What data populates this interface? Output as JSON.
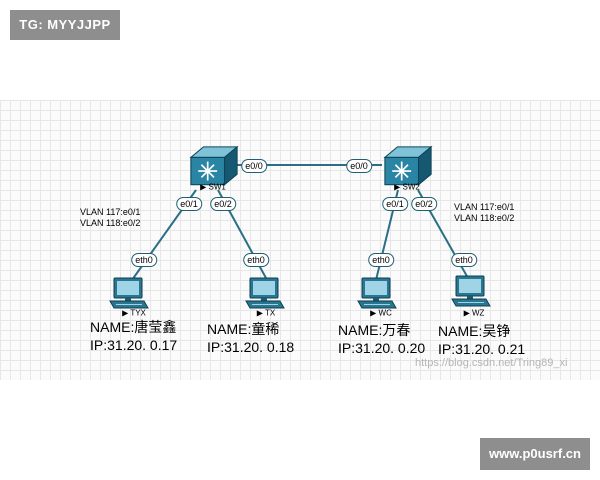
{
  "watermark_top": "TG: MYYJJPP",
  "watermark_bottom": "www.p0usrf.cn",
  "watermark_blog": "https://blog.csdn.net/Tring89_xi",
  "switches": [
    {
      "name": "SW1"
    },
    {
      "name": "SW2"
    }
  ],
  "ports": {
    "sw1_uplink": "e0/0",
    "sw2_uplink": "e0/0",
    "sw1_p1": "e0/1",
    "sw1_p2": "e0/2",
    "sw2_p1": "e0/1",
    "sw2_p2": "e0/2",
    "host_eth": "eth0"
  },
  "vlan_left": [
    "VLAN 117:e0/1",
    "VLAN 118:e0/2"
  ],
  "vlan_right": [
    "VLAN 117:e0/1",
    "VLAN 118:e0/2"
  ],
  "hosts": [
    {
      "label": "TYX",
      "name": "NAME:唐莹鑫",
      "ip": "IP:31.20. 0.17"
    },
    {
      "label": "TX",
      "name": "NAME:童稀",
      "ip": "IP:31.20. 0.18"
    },
    {
      "label": "WC",
      "name": "NAME:万春",
      "ip": "IP:31.20. 0.20"
    },
    {
      "label": "WZ",
      "name": "NAME:吴铮",
      "ip": "IP:31.20. 0.21"
    }
  ],
  "colors": {
    "link": "#2a6f86",
    "switch_body": "#1e6b86",
    "pc": "#2a7590"
  }
}
